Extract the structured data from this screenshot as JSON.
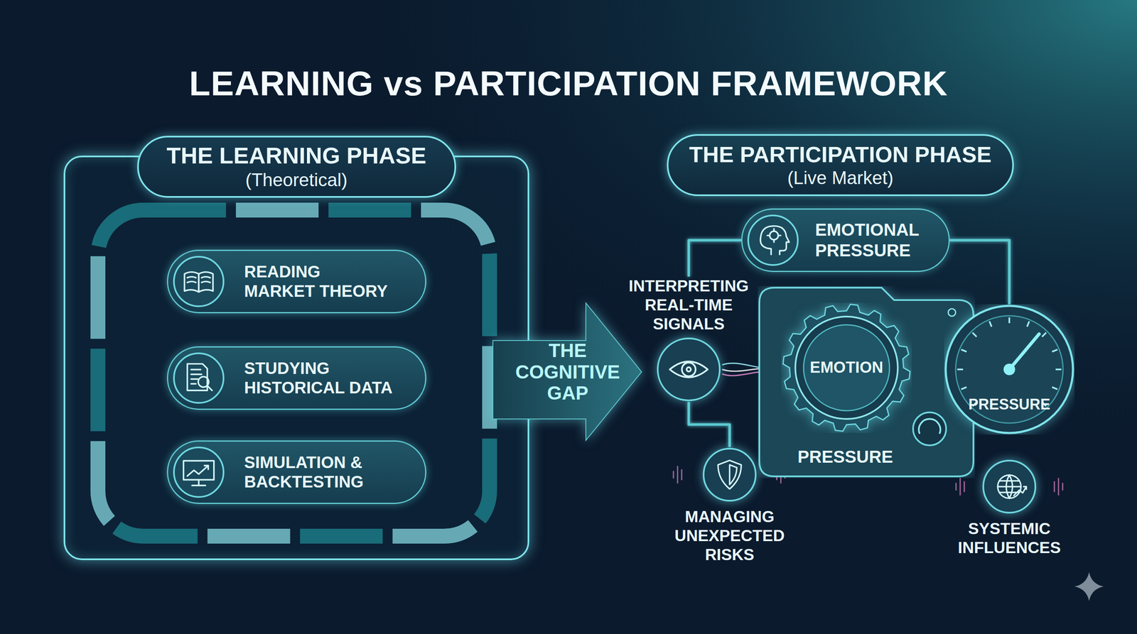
{
  "diagram": {
    "title": "LEARNING vs PARTICIPATION FRAMEWORK",
    "nodes": [
      {
        "text": [
          "THE LEARNING PHASE",
          "(Theoretical)"
        ]
      },
      {
        "text": [
          "READING MARKET THEORY"
        ],
        "in": 0
      },
      {
        "text": [
          "STUDYING HISTORICAL DATA"
        ],
        "in": 0
      },
      {
        "text": [
          "SIMULATION & BACKTESTING"
        ],
        "in": 0
      },
      {
        "text": [
          "THE COGNITIVE GAP"
        ]
      },
      {
        "text": [
          "THE PARTICIPATION PHASE",
          "(Live Market)"
        ]
      },
      {
        "text": [
          "EMOTIONAL PRESSURE"
        ]
      },
      {
        "text": [
          "INTERPRETING REAL-TIME SIGNALS"
        ]
      },
      {
        "text": [
          "PRESSURE"
        ]
      },
      {
        "text": [
          "EMOTION"
        ],
        "in": 8
      },
      {
        "text": [
          "PRESSURE"
        ]
      },
      {
        "text": [
          "MANAGING UNEXPECTED RISKS"
        ]
      },
      {
        "text": [
          "SYSTEMIC INFLUENCES"
        ]
      }
    ],
    "edges": [
      {
        "from": 6,
        "to": 7,
        "arrow": "none"
      },
      {
        "from": 6,
        "to": 8,
        "arrow": "none"
      },
      {
        "from": 6,
        "to": 10,
        "arrow": "none"
      },
      {
        "from": 7,
        "to": 9,
        "arrow": "none"
      },
      {
        "from": 9,
        "to": 10,
        "arrow": "none"
      },
      {
        "from": 7,
        "to": 11,
        "arrow": "none"
      },
      {
        "from": 10,
        "to": 12,
        "arrow": "none"
      }
    ]
  }
}
